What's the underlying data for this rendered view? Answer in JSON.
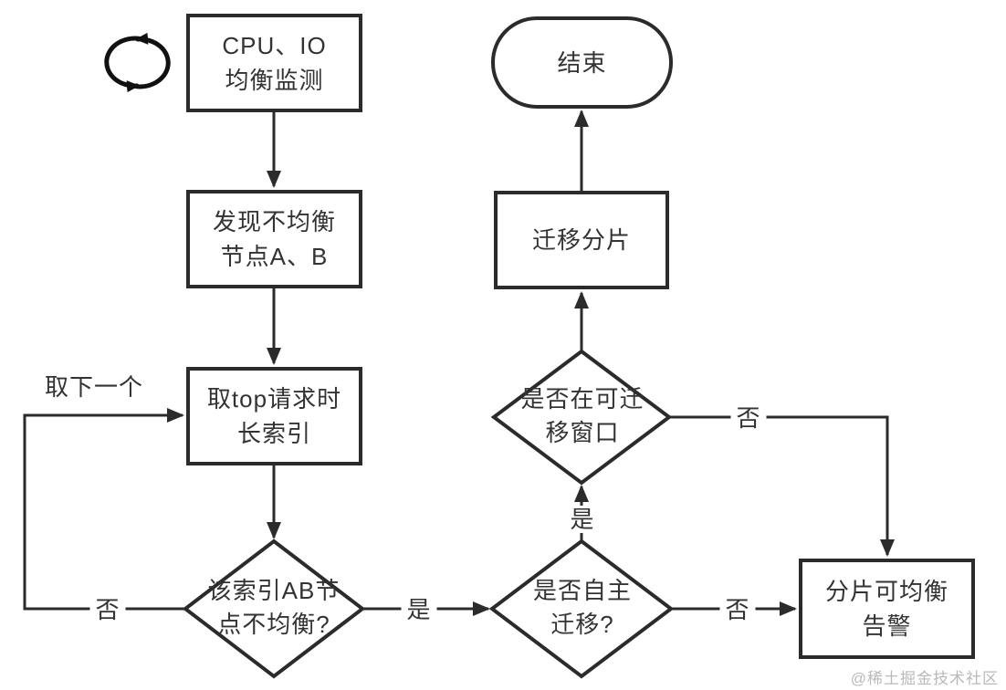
{
  "flowchart": {
    "nodes": {
      "monitor": "CPU、IO\n均衡监测",
      "detect": "发现不均衡\n节点A、B",
      "take_top_index": "取top请求时\n长索引",
      "index_unbalanced": "该索引AB节\n点不均衡?",
      "auto_migrate": "是否自主\n迁移?",
      "migrate_window": "是否在可迁\n移窗口",
      "migrate_shard": "迁移分片",
      "end": "结束",
      "alarm": "分片可均衡\n告警"
    },
    "edge_labels": {
      "take_next": "取下一个",
      "loop_no": "否",
      "unbalanced_yes": "是",
      "auto_no": "否",
      "auto_yes": "是",
      "window_no": "否"
    },
    "watermark": "@稀土掘金技术社区",
    "colors": {
      "stroke": "#2b2b2b",
      "text": "#333333",
      "watermark": "#b9b9b9",
      "background": "#ffffff"
    }
  }
}
